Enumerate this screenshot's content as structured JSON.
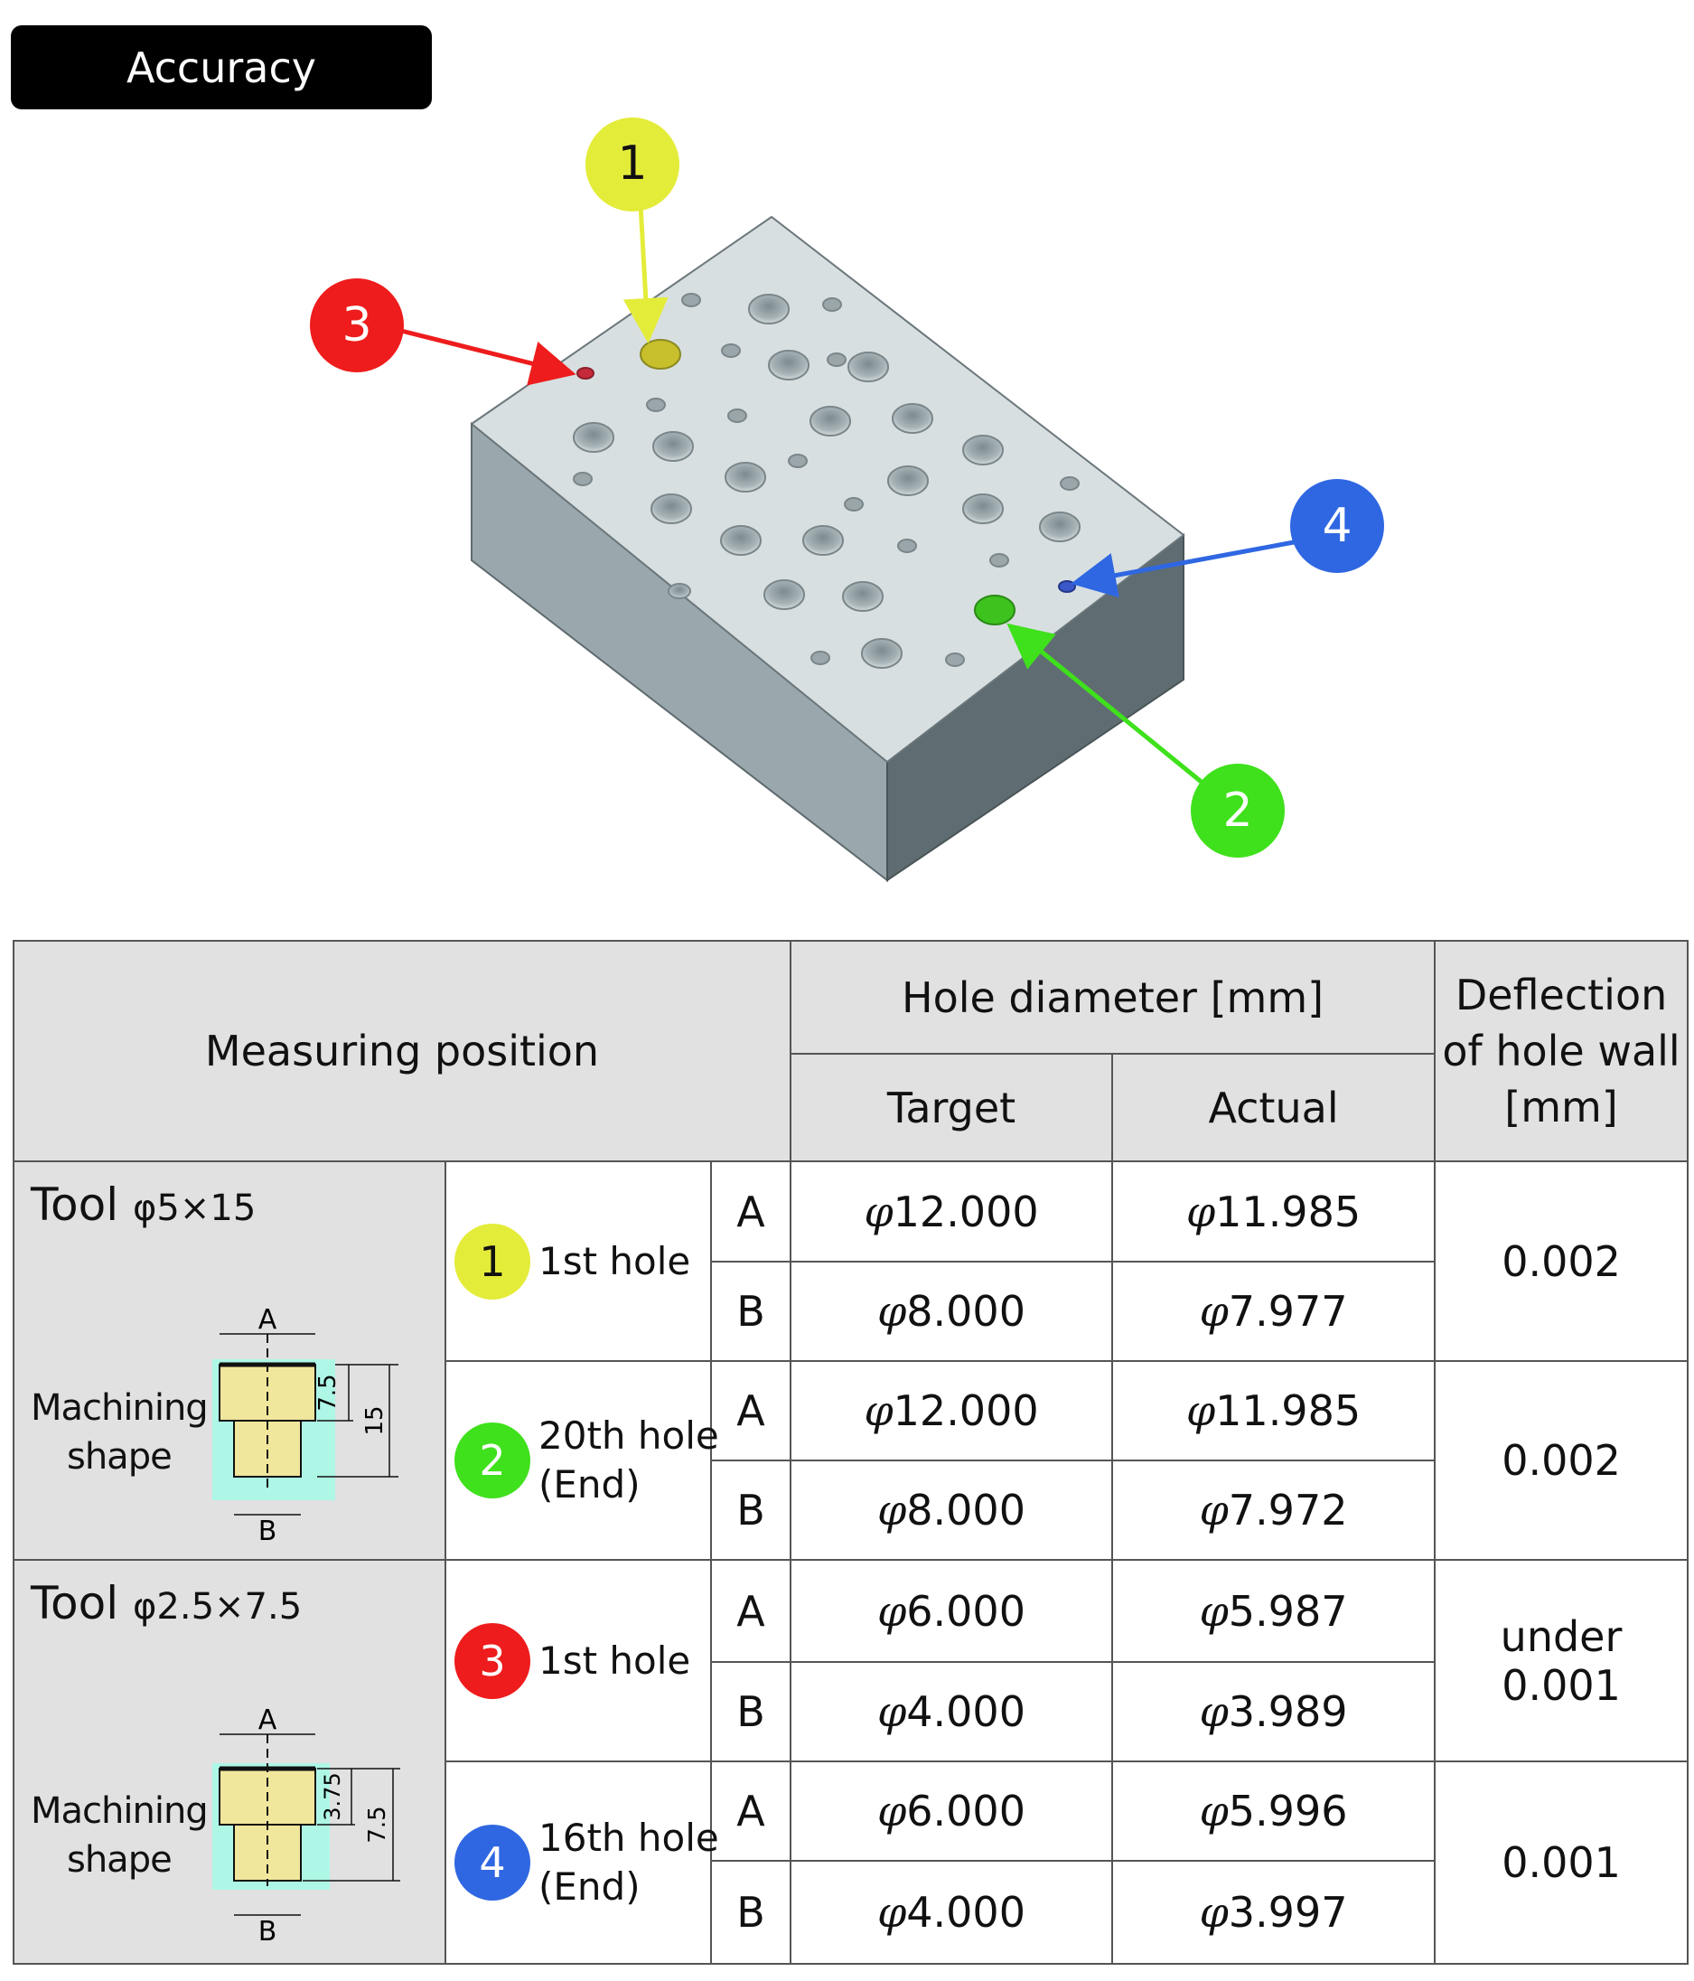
{
  "title_badge": "Accuracy",
  "colors": {
    "callout_1": "#e4ec3a",
    "callout_2": "#3fe01c",
    "callout_3": "#ee1c1c",
    "callout_4": "#2f67e2",
    "shape_fill": "#f1e79c",
    "shape_bg": "#aef7e6"
  },
  "illustration": {
    "callouts": [
      {
        "num": "1"
      },
      {
        "num": "2"
      },
      {
        "num": "3"
      },
      {
        "num": "4"
      }
    ]
  },
  "table": {
    "header": {
      "measuring_position": "Measuring position",
      "hole_diameter": "Hole diameter [mm]",
      "target": "Target",
      "actual": "Actual",
      "deflection_line1": "Deflection",
      "deflection_line2": "of hole wall",
      "deflection_line3": "[mm]"
    },
    "groups": [
      {
        "tool_label": "Tool",
        "tool_dim": "φ5×15",
        "machining_line1": "Machining",
        "machining_line2": "shape",
        "shape_labels": {
          "top": "A",
          "bottom": "B",
          "step": "7.5",
          "total": "15"
        },
        "holes": [
          {
            "num": "1",
            "label_line1": "1st hole",
            "label_line2": "",
            "rows": [
              {
                "pos": "A",
                "target_phi": "φ",
                "target": "12.000",
                "actual_phi": "φ",
                "actual": "11.985"
              },
              {
                "pos": "B",
                "target_phi": "φ",
                "target": "8.000",
                "actual_phi": "φ",
                "actual": "7.977"
              }
            ],
            "deflection": "0.002"
          },
          {
            "num": "2",
            "label_line1": "20th hole",
            "label_line2": "(End)",
            "rows": [
              {
                "pos": "A",
                "target_phi": "φ",
                "target": "12.000",
                "actual_phi": "φ",
                "actual": "11.985"
              },
              {
                "pos": "B",
                "target_phi": "φ",
                "target": "8.000",
                "actual_phi": "φ",
                "actual": "7.972"
              }
            ],
            "deflection": "0.002"
          }
        ]
      },
      {
        "tool_label": "Tool",
        "tool_dim": "φ2.5×7.5",
        "machining_line1": "Machining",
        "machining_line2": "shape",
        "shape_labels": {
          "top": "A",
          "bottom": "B",
          "step": "3.75",
          "total": "7.5"
        },
        "holes": [
          {
            "num": "3",
            "label_line1": "1st hole",
            "label_line2": "",
            "rows": [
              {
                "pos": "A",
                "target_phi": "φ",
                "target": "6.000",
                "actual_phi": "φ",
                "actual": "5.987"
              },
              {
                "pos": "B",
                "target_phi": "φ",
                "target": "4.000",
                "actual_phi": "φ",
                "actual": "3.989"
              }
            ],
            "deflection": "under 0.001"
          },
          {
            "num": "4",
            "label_line1": "16th hole",
            "label_line2": "(End)",
            "rows": [
              {
                "pos": "A",
                "target_phi": "φ",
                "target": "6.000",
                "actual_phi": "φ",
                "actual": "5.996"
              },
              {
                "pos": "B",
                "target_phi": "φ",
                "target": "4.000",
                "actual_phi": "φ",
                "actual": "3.997"
              }
            ],
            "deflection": "0.001"
          }
        ]
      }
    ]
  }
}
